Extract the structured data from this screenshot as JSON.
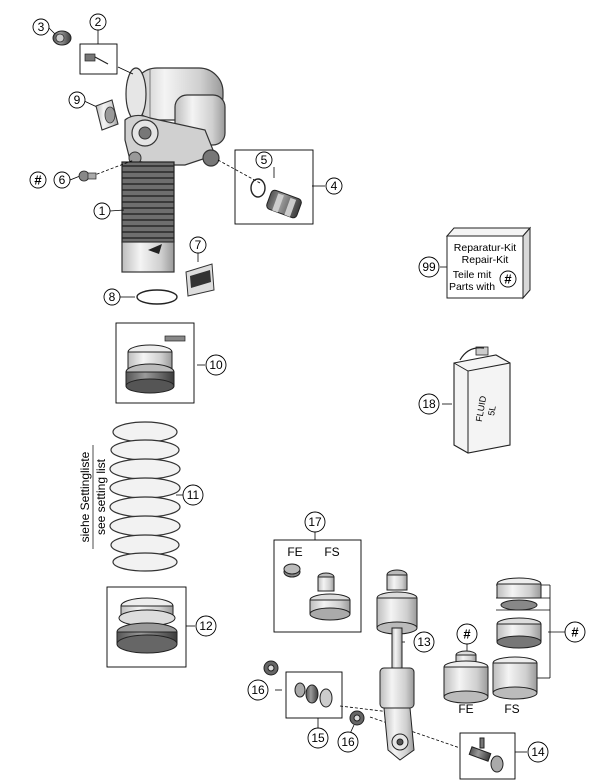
{
  "callouts": {
    "c1": "1",
    "c2": "2",
    "c3": "3",
    "c4": "4",
    "c5": "5",
    "c6": "6",
    "c7": "7",
    "c8": "8",
    "c9": "9",
    "c10": "10",
    "c11": "11",
    "c12": "12",
    "c13": "13",
    "c14": "14",
    "c15": "15",
    "c16a": "16",
    "c16b": "16",
    "c17": "17",
    "c18": "18",
    "c99": "99"
  },
  "hash_marks": {
    "h6": "#",
    "h_fe": "#",
    "h_fs": "#",
    "h_kit": "#"
  },
  "repair_kit": {
    "line1": "Reparatur-Kit",
    "line2": "Repair-Kit",
    "line3": "Teile mit",
    "line4": "Parts with"
  },
  "fluid_can": {
    "line1": "FLUID",
    "line2": "5L"
  },
  "variants": {
    "fe_top": "FE",
    "fs_top": "FS",
    "fe_bottom": "FE",
    "fs_bottom": "FS"
  },
  "spring_note": {
    "line1": "siehe Settingliste",
    "line2": "see setting list"
  }
}
